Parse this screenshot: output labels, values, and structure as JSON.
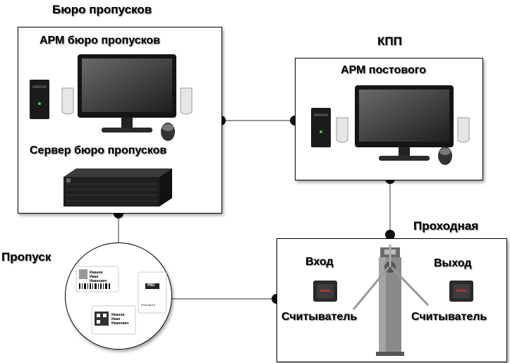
{
  "bureau": {
    "title": "Бюро пропусков",
    "workstation_label": "АРМ бюро пропусков",
    "server_label": "Сервер бюро пропусков"
  },
  "checkpoint": {
    "title": "КПП",
    "workstation_label": "АРМ постового"
  },
  "turnstile_area": {
    "title": "Проходная",
    "entry_label": "Вход",
    "exit_label": "Выход",
    "reader_left_label": "Считыватель",
    "reader_right_label": "Считыватель"
  },
  "pass": {
    "title": "Пропуск",
    "card1_lines": [
      "Иванов",
      "Иван",
      "Иванович"
    ],
    "card2_brand": "HID",
    "card2_text": "ProxCard II",
    "card3_lines": [
      "Иванов",
      "Иван",
      "Иванович"
    ]
  }
}
